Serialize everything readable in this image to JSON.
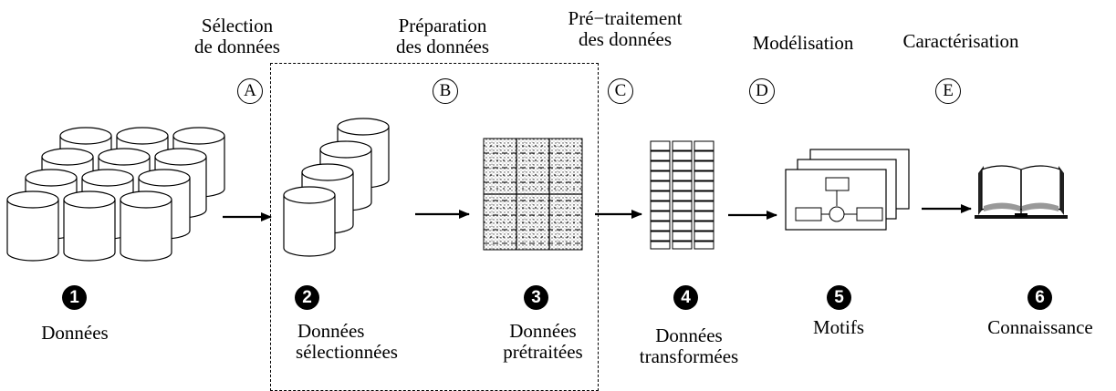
{
  "steps": [
    {
      "letter": "A",
      "line1": "Sélection",
      "line2": "de données"
    },
    {
      "letter": "B",
      "line1": "Préparation",
      "line2": "des données"
    },
    {
      "letter": "C",
      "line1": "Pré−traitement",
      "line2": "des données"
    },
    {
      "letter": "D",
      "line1": "Modélisation",
      "line2": ""
    },
    {
      "letter": "E",
      "line1": "Caractérisation",
      "line2": ""
    }
  ],
  "outputs": [
    {
      "number": "1",
      "line1": "Données",
      "line2": ""
    },
    {
      "number": "2",
      "line1": "Données",
      "line2": "sélectionnées"
    },
    {
      "number": "3",
      "line1": "Données",
      "line2": "prétraitées"
    },
    {
      "number": "4",
      "line1": "Données",
      "line2": "transformées"
    },
    {
      "number": "5",
      "line1": "Motifs",
      "line2": ""
    },
    {
      "number": "6",
      "line1": "Connaissance",
      "line2": ""
    }
  ]
}
